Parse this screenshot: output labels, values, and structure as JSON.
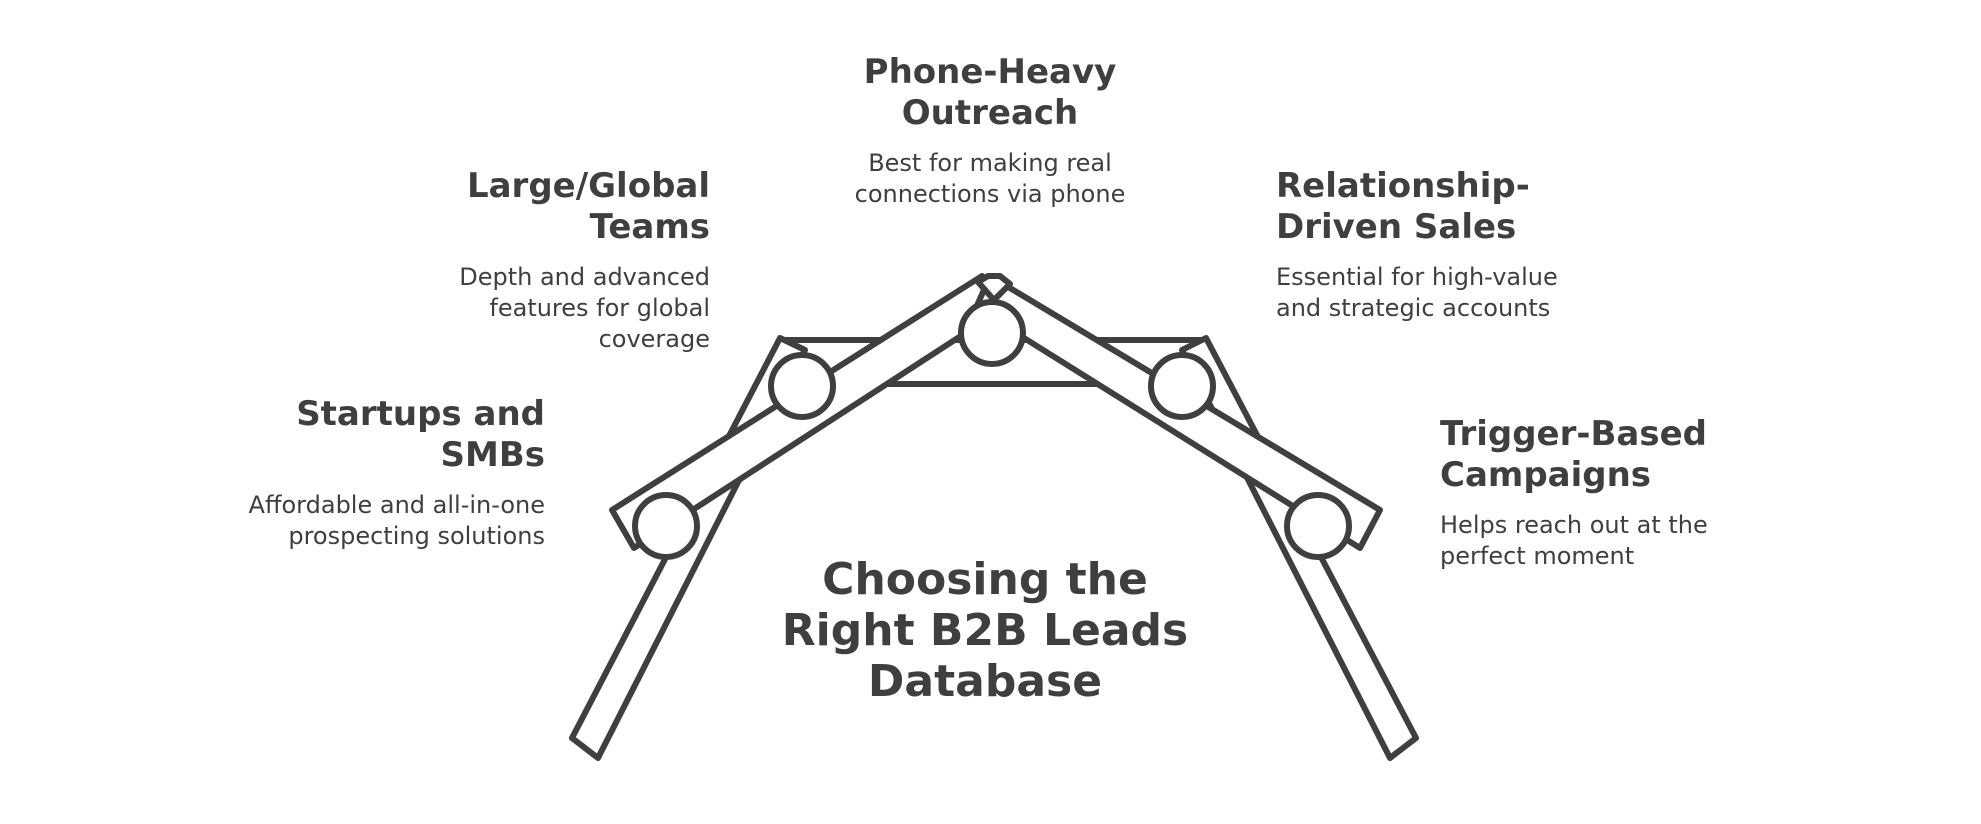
{
  "center": {
    "title": "Choosing the Right B2B Leads Database"
  },
  "nodes": [
    {
      "id": "startups",
      "title": "Startups and SMBs",
      "description": "Affordable and all-in-one prospecting solutions"
    },
    {
      "id": "large",
      "title": "Large/Global Teams",
      "description": "Depth and advanced features for global coverage"
    },
    {
      "id": "phone",
      "title": "Phone-Heavy Outreach",
      "description": "Best for making real connections via phone"
    },
    {
      "id": "relationship",
      "title": "Relationship-Driven Sales",
      "description": "Essential for high-value and strategic accounts"
    },
    {
      "id": "trigger",
      "title": "Trigger-Based Campaigns",
      "description": "Helps reach out at the perfect moment"
    }
  ],
  "colors": {
    "stroke": "#3f3f3f",
    "fill": "#ffffff",
    "text": "#3f3f3f"
  }
}
